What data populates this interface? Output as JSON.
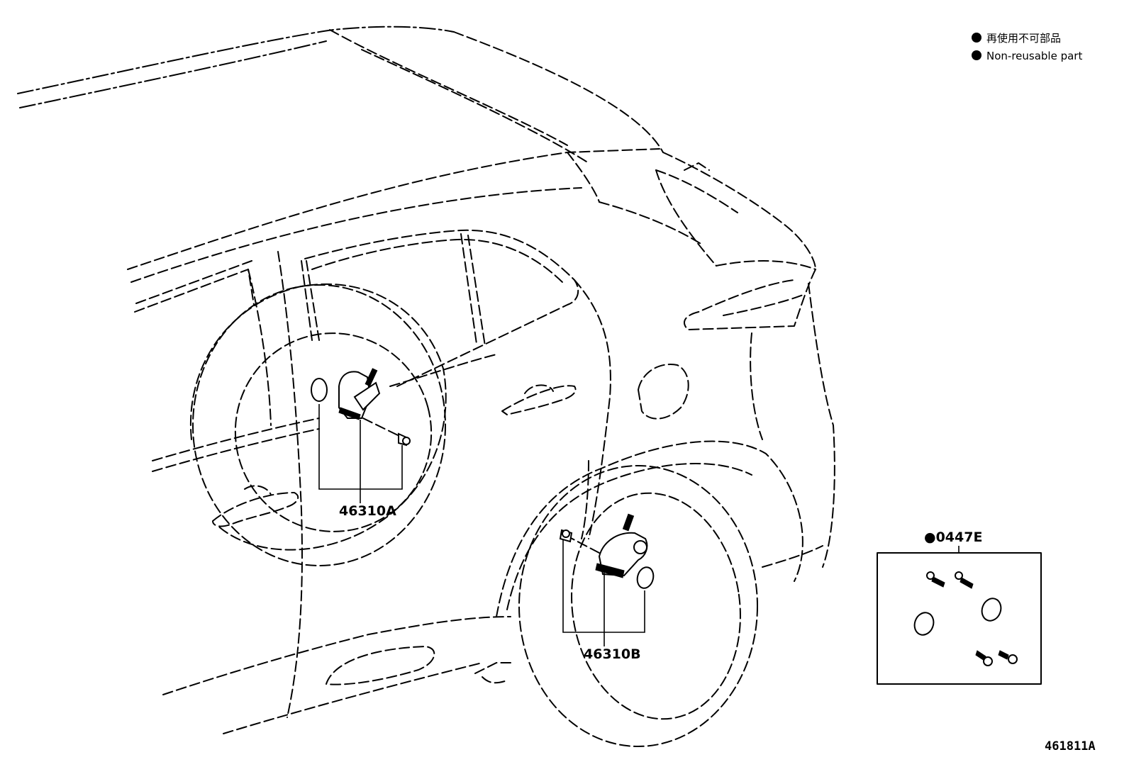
{
  "legend": {
    "line1": "再使用不可部品",
    "line2": "Non-reusable part"
  },
  "callouts": {
    "part_a": "46310A",
    "part_b": "46310B",
    "kit": "●0447E"
  },
  "illustration_code": "461811A"
}
